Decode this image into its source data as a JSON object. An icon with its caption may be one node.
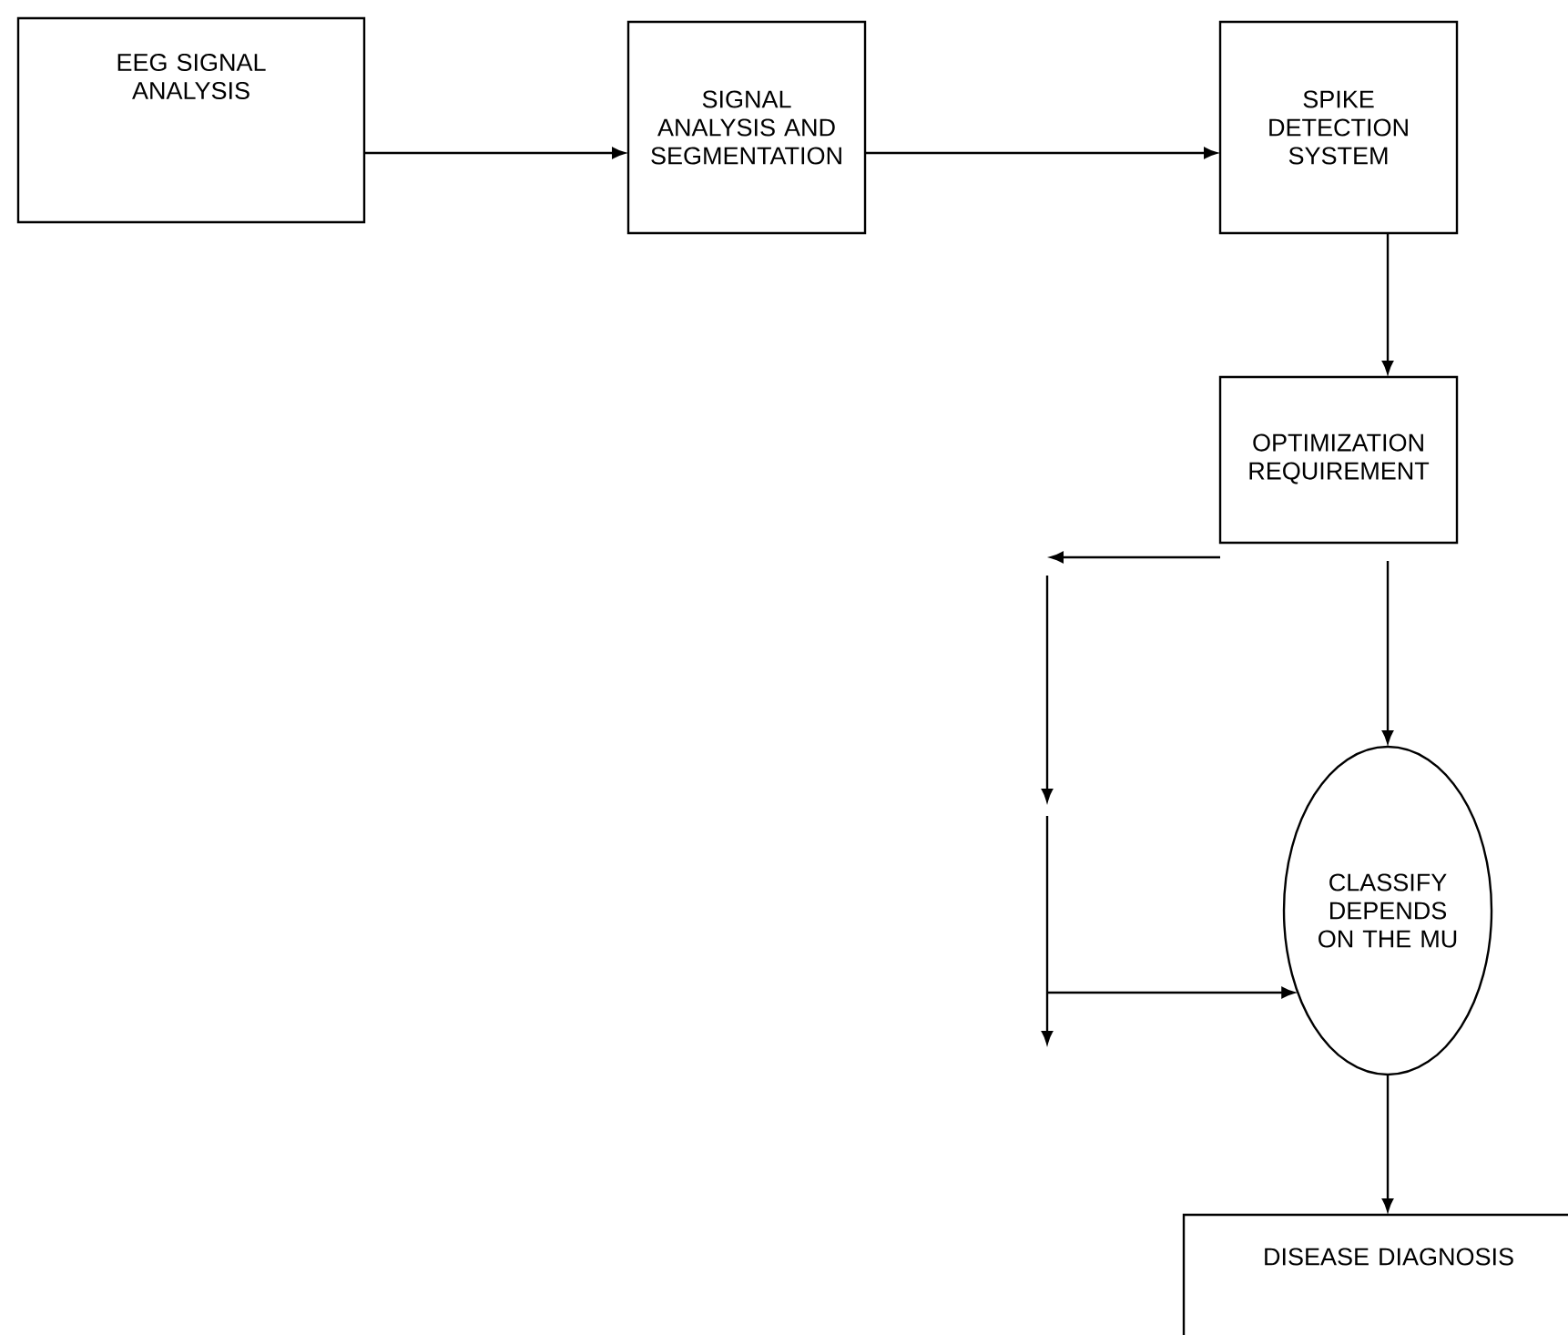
{
  "diagram": {
    "nodes": [
      {
        "text": [
          "EEG SIGNAL ANALYSIS"
        ]
      },
      {
        "text": [
          "SIGNAL ANALYSIS AND SEGMENTATION"
        ]
      },
      {
        "text": [
          "SPIKE DETECTION SYSTEM"
        ]
      },
      {
        "text": [
          "OPTIMIZATION REQUIREMENT"
        ]
      },
      {
        "text": [
          "CLASSIFY DEPENDS ON THE MU"
        ]
      },
      {
        "text": [
          "DISEASE DIAGNOSIS"
        ]
      }
    ],
    "edges": [
      {
        "from": 0,
        "to": 1,
        "arrow": "to"
      },
      {
        "from": 1,
        "to": 2,
        "arrow": "to"
      },
      {
        "from": 2,
        "to": 3,
        "arrow": "to"
      },
      {
        "from": 3,
        "to": 4,
        "arrow": "to"
      },
      {
        "from": 4,
        "to": 5,
        "arrow": "to"
      },
      {
        "from": 3,
        "to": null,
        "arrow": "to"
      },
      {
        "from": null,
        "to": 4,
        "arrow": "to"
      }
    ]
  }
}
